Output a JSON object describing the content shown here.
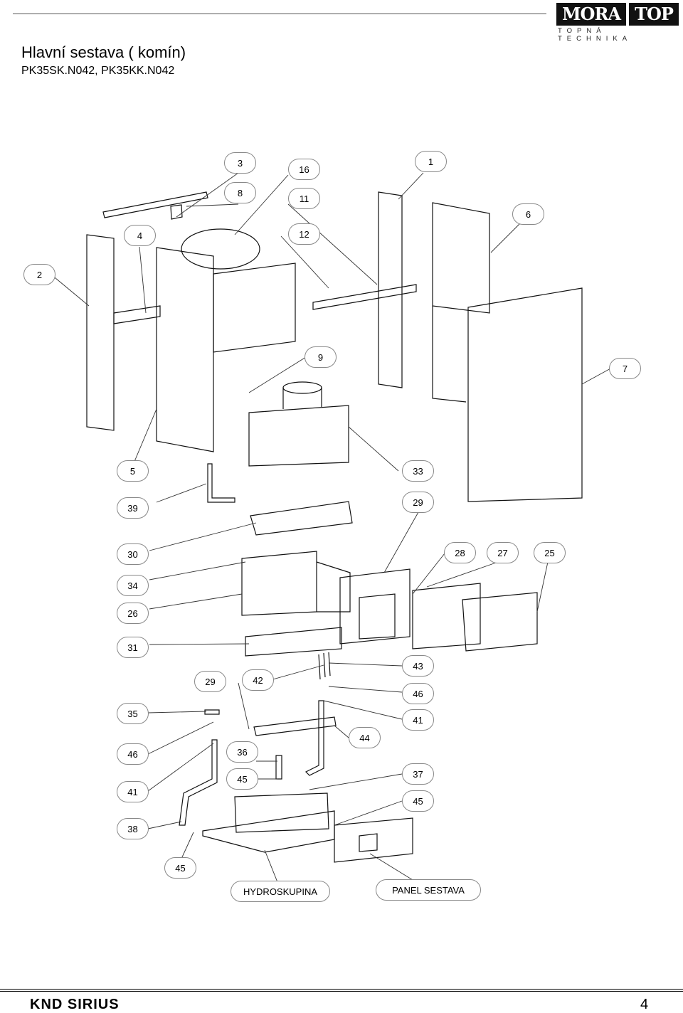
{
  "header": {
    "title": "Hlavní sestava ( komín)",
    "subtitle": "PK35SK.N042, PK35KK.N042",
    "logo_left": "MORA",
    "logo_right": "TOP",
    "logo_sub": "TOPNÁ TECHNIKA"
  },
  "callouts": {
    "c3": "3",
    "c16": "16",
    "c1": "1",
    "c8": "8",
    "c11": "11",
    "c6": "6",
    "c4": "4",
    "c12": "12",
    "c2": "2",
    "c9": "9",
    "c7": "7",
    "c5": "5",
    "c33": "33",
    "c39": "39",
    "c29a": "29",
    "c30": "30",
    "c28": "28",
    "c27": "27",
    "c25": "25",
    "c34": "34",
    "c26": "26",
    "c31": "31",
    "c29b": "29",
    "c42": "42",
    "c43": "43",
    "c46a": "46",
    "c35": "35",
    "c41a": "41",
    "c44": "44",
    "c46b": "46",
    "c36": "36",
    "c45a": "45",
    "c37": "37",
    "c41b": "41",
    "c45b": "45",
    "c38": "38",
    "c45c": "45",
    "hydroskupina": "HYDROSKUPINA",
    "panel": "PANEL SESTAVA"
  },
  "footer": {
    "product": "KND SIRIUS",
    "page": "4"
  }
}
